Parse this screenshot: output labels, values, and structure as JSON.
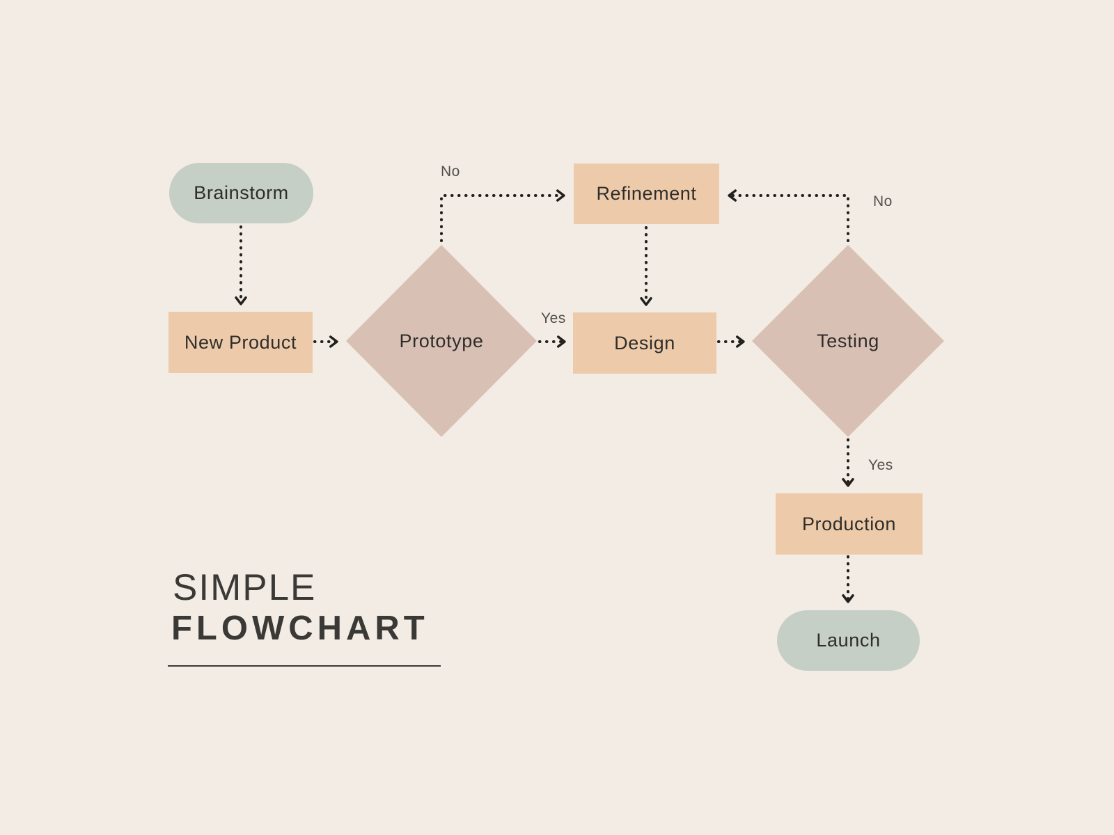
{
  "title": {
    "line1": "SIMPLE",
    "line2": "FLOWCHART"
  },
  "nodes": {
    "brainstorm": {
      "label": "Brainstorm",
      "shape": "rounded"
    },
    "new_product": {
      "label": "New Product",
      "shape": "rectangle"
    },
    "prototype": {
      "label": "Prototype",
      "shape": "diamond"
    },
    "refinement": {
      "label": "Refinement",
      "shape": "rectangle"
    },
    "design": {
      "label": "Design",
      "shape": "rectangle"
    },
    "testing": {
      "label": "Testing",
      "shape": "diamond"
    },
    "production": {
      "label": "Production",
      "shape": "rectangle"
    },
    "launch": {
      "label": "Launch",
      "shape": "rounded"
    }
  },
  "edge_labels": {
    "prototype_no": "No",
    "prototype_yes": "Yes",
    "testing_no": "No",
    "testing_yes": "Yes"
  },
  "edges": [
    {
      "from": "brainstorm",
      "to": "new_product",
      "label": ""
    },
    {
      "from": "new_product",
      "to": "prototype",
      "label": ""
    },
    {
      "from": "prototype",
      "to": "refinement",
      "label": "No"
    },
    {
      "from": "prototype",
      "to": "design",
      "label": "Yes"
    },
    {
      "from": "refinement",
      "to": "design",
      "label": ""
    },
    {
      "from": "design",
      "to": "testing",
      "label": ""
    },
    {
      "from": "testing",
      "to": "refinement",
      "label": "No"
    },
    {
      "from": "testing",
      "to": "production",
      "label": "Yes"
    },
    {
      "from": "production",
      "to": "launch",
      "label": ""
    }
  ],
  "colors": {
    "background": "#f2ece4",
    "terminal_fill": "#c5cfc6",
    "process_fill": "#edcbaa",
    "decision_fill": "#d9c0b4",
    "node_text": "#2f2d2a",
    "edge_label_text": "#514f4b",
    "title_text": "#3a3936",
    "connector": "#21201d"
  }
}
